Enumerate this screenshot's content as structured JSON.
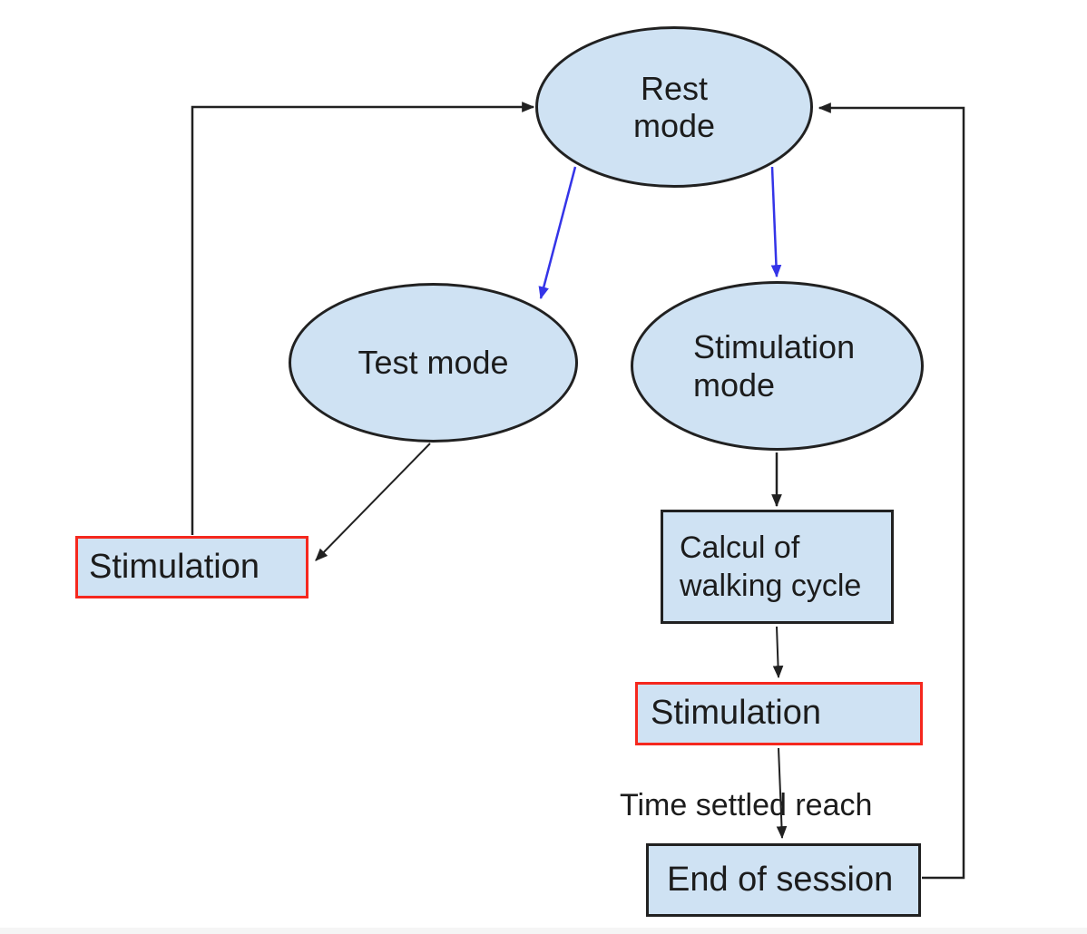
{
  "diagram": {
    "type": "state-flowchart",
    "colors": {
      "node_fill": "#cfe2f3",
      "node_stroke": "#212121",
      "highlight_border": "#f5281e",
      "arrow_black": "#212121",
      "arrow_blue": "#3434e8",
      "background": "#ffffff"
    },
    "nodes": {
      "rest_mode": {
        "shape": "ellipse",
        "line1": "Rest",
        "line2": "mode"
      },
      "test_mode": {
        "shape": "ellipse",
        "label": "Test mode"
      },
      "stimulation_mode": {
        "shape": "ellipse",
        "line1": "Stimulation",
        "line2": "mode"
      },
      "stimulation_left": {
        "shape": "rect",
        "border": "#f5281e",
        "label": "Stimulation"
      },
      "calcul_walking_cycle": {
        "shape": "rect",
        "border": "#212121",
        "line1": "Calcul of",
        "line2": "walking cycle"
      },
      "stimulation_right": {
        "shape": "rect",
        "border": "#f5281e",
        "label": "Stimulation"
      },
      "end_of_session": {
        "shape": "rect",
        "border": "#212121",
        "label": "End of session"
      }
    },
    "edge_label": "Time settled reach",
    "edges": [
      {
        "from": "rest_mode",
        "to": "test_mode",
        "color": "#3434e8",
        "style": "straight"
      },
      {
        "from": "rest_mode",
        "to": "stimulation_mode",
        "color": "#3434e8",
        "style": "straight"
      },
      {
        "from": "test_mode",
        "to": "stimulation_left",
        "color": "#212121",
        "style": "straight"
      },
      {
        "from": "stimulation_left",
        "to": "rest_mode",
        "color": "#212121",
        "style": "elbow"
      },
      {
        "from": "stimulation_mode",
        "to": "calcul_walking_cycle",
        "color": "#212121",
        "style": "straight"
      },
      {
        "from": "calcul_walking_cycle",
        "to": "stimulation_right",
        "color": "#212121",
        "style": "straight"
      },
      {
        "from": "stimulation_right",
        "to": "end_of_session",
        "color": "#212121",
        "style": "straight",
        "label": "Time settled reach"
      },
      {
        "from": "end_of_session",
        "to": "rest_mode",
        "color": "#212121",
        "style": "elbow"
      }
    ]
  }
}
